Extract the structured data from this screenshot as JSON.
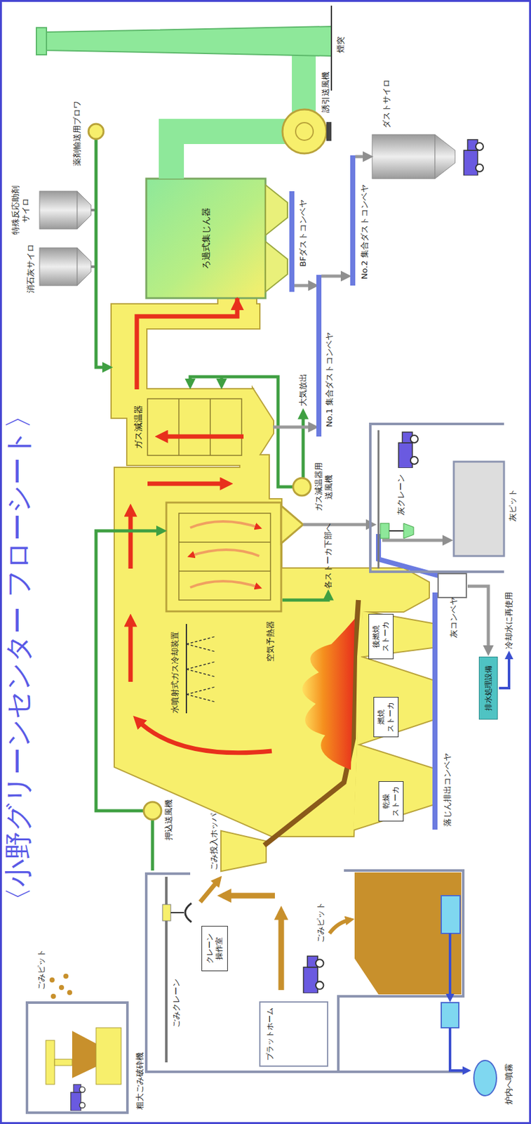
{
  "diagram": {
    "title": "〈小野グリーンセンター フローシート〉",
    "nodes": [
      {
        "text": [
          "クレーン 操作室"
        ]
      },
      {
        "text": [
          "プラットホーム"
        ]
      },
      {
        "text": [
          "乾燥 ストーカ"
        ]
      },
      {
        "text": [
          "燃焼 ストーカ"
        ]
      },
      {
        "text": [
          "後燃焼 ストーカ"
        ]
      },
      {
        "text": [
          "排水処理設備"
        ]
      },
      {
        "text": [
          "ガス減温器"
        ]
      },
      {
        "text": [
          "ろ過式集じん器"
        ]
      }
    ],
    "edges": [
      {
        "from": 6,
        "to": 7,
        "arrow": "to"
      }
    ],
    "labels": [
      "煙突",
      "薬剤輸送用ブロワ",
      "特殊反応助剤 サイロ",
      "消石灰サイロ",
      "誘引送風機",
      "ダストサイロ",
      "No.2 集合ダストコンベヤ",
      "BFダストコンベヤ",
      "No.1 集合ダストコンベヤ",
      "大気放出",
      "ガス減温器用 送風機",
      "押込送風機",
      "水噴射式ガス冷却装置",
      "空気予熱器",
      "各ストーカ下部へ",
      "灰クレーン",
      "灰ピット",
      "灰コンベヤ",
      "冷却水に再使用",
      "落じん排出コンベヤ",
      "ごみ投入ホッパ",
      "ごみクレーン",
      "ごみピット",
      "炉内へ噴霧",
      "ごみピット",
      "粗大ごみ破砕機"
    ]
  }
}
